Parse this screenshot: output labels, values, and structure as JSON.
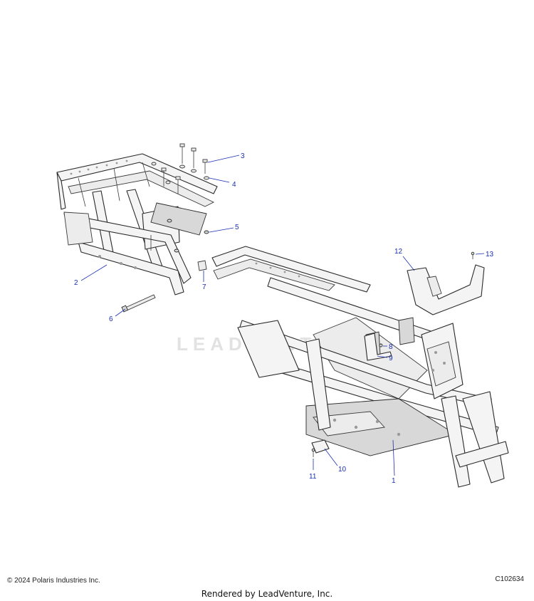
{
  "watermark": "LEADVENTURE",
  "callouts": [
    {
      "id": "c1",
      "label": "1"
    },
    {
      "id": "c2",
      "label": "2"
    },
    {
      "id": "c3",
      "label": "3"
    },
    {
      "id": "c4",
      "label": "4"
    },
    {
      "id": "c5",
      "label": "5"
    },
    {
      "id": "c6",
      "label": "6"
    },
    {
      "id": "c7",
      "label": "7"
    },
    {
      "id": "c8",
      "label": "8"
    },
    {
      "id": "c9",
      "label": "9"
    },
    {
      "id": "c10",
      "label": "10"
    },
    {
      "id": "c11",
      "label": "11"
    },
    {
      "id": "c12",
      "label": "12"
    },
    {
      "id": "c13",
      "label": "13"
    }
  ],
  "footer": {
    "copyright": "© 2024 Polaris Industries Inc.",
    "diagram_code": "C102634",
    "rendered_by": "Rendered by LeadVenture, Inc."
  }
}
